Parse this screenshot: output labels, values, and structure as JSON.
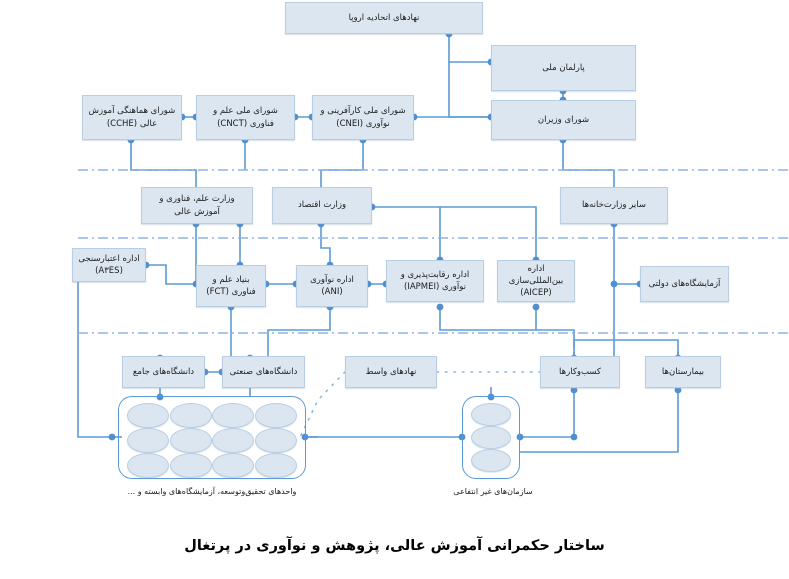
{
  "figure": {
    "title": "ساختار حکمرانی آموزش عالی، پژوهش و نوآوری در پرتغال",
    "accent_color": "#5b9bd5",
    "node_fill": "#dce6f1",
    "node_border": "#b9cde3",
    "separator_color": "#8eb4e3"
  },
  "nodes": {
    "eu_institutions": {
      "label": "نهادهای اتحادیه اروپا"
    },
    "national_parliament": {
      "label": "پارلمان ملی"
    },
    "council_of_ministers": {
      "label": "شورای وزیران"
    },
    "cche": {
      "label": "شورای هماهنگی آموزش عالی (CCHE)"
    },
    "cnct": {
      "label": "شورای ملی علم و فناوری (CNCT)"
    },
    "cnei": {
      "label": "شورای ملی کارآفرینی و نوآوری (CNEI)"
    },
    "ministry_science": {
      "label": "وزارت علم، فناوری و آموزش عالی"
    },
    "ministry_economy": {
      "label": "وزارت اقتصاد"
    },
    "other_ministries": {
      "label": "سایر وزارت‌خانه‌ها"
    },
    "a3es": {
      "label": "اداره اعتبارسنجی (A۳ES)"
    },
    "fct": {
      "label": "بنیاد علم و فناوری (FCT)"
    },
    "ani": {
      "label": "اداره نوآوری (ANI)"
    },
    "iapmei": {
      "label": "اداره رقابت‌پذیری و نوآوری (IAPMEI)"
    },
    "aicep": {
      "label": "اداره بین‌المللی‌سازی (AICEP)"
    },
    "state_labs": {
      "label": "آزمایشگاه‌های دولتی"
    },
    "comprehensive_universities": {
      "label": "دانشگاه‌های جامع"
    },
    "industrial_universities": {
      "label": "دانشگاه‌های صنعتی"
    },
    "intermediary_institutions": {
      "label": "نهادهای واسط"
    },
    "businesses": {
      "label": "کسب‌وکارها"
    },
    "hospitals": {
      "label": "بیمارستان‌ها"
    }
  },
  "clusters": {
    "rd_units": {
      "caption": "واحدهای تحقیق‌وتوسعه، آزمایشگاه‌های وابسته و ...",
      "ellipse_count": 12
    },
    "nonprofits": {
      "caption": "سازمان‌های غیر انتفاعی",
      "ellipse_count": 3
    }
  }
}
